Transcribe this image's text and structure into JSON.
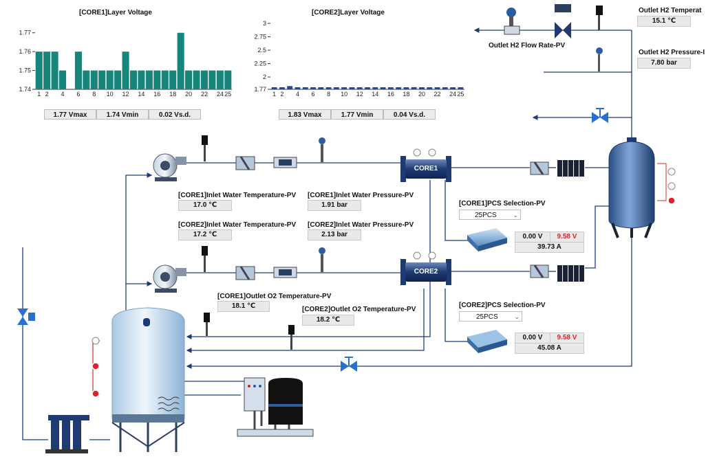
{
  "core1_chart": {
    "title": "[CORE1]Layer Voltage",
    "vmax": "1.77 Vmax",
    "vmin": "1.74 Vmin",
    "vsd": "0.02 Vs.d."
  },
  "core2_chart": {
    "title": "[CORE2]Layer Voltage",
    "vmax": "1.83 Vmax",
    "vmin": "1.77 Vmin",
    "vsd": "0.04 Vs.d."
  },
  "chart_data": [
    {
      "type": "bar",
      "title": "[CORE1]Layer Voltage",
      "x": [
        1,
        2,
        3,
        4,
        5,
        6,
        7,
        8,
        9,
        10,
        11,
        12,
        13,
        14,
        15,
        16,
        17,
        18,
        19,
        20,
        21,
        22,
        23,
        24,
        25
      ],
      "values": [
        1.76,
        1.76,
        1.76,
        1.75,
        1.74,
        1.76,
        1.75,
        1.75,
        1.75,
        1.75,
        1.75,
        1.76,
        1.75,
        1.75,
        1.75,
        1.75,
        1.75,
        1.75,
        1.77,
        1.75,
        1.75,
        1.75,
        1.75,
        1.75,
        1.75
      ],
      "xticks": [
        1,
        2,
        4,
        6,
        8,
        10,
        12,
        14,
        16,
        18,
        20,
        22,
        24,
        25
      ],
      "yticks": [
        1.74,
        1.75,
        1.76,
        1.77
      ],
      "ylim": [
        1.74,
        1.775
      ],
      "color": "#17857a"
    },
    {
      "type": "bar",
      "title": "[CORE2]Layer Voltage",
      "x": [
        1,
        2,
        3,
        4,
        5,
        6,
        7,
        8,
        9,
        10,
        11,
        12,
        13,
        14,
        15,
        16,
        17,
        18,
        19,
        20,
        21,
        22,
        23,
        24,
        25
      ],
      "values": [
        1.79,
        1.78,
        1.83,
        1.79,
        1.78,
        1.79,
        1.8,
        1.8,
        1.79,
        1.79,
        1.78,
        1.8,
        1.78,
        1.79,
        1.78,
        1.79,
        1.77,
        1.78,
        1.81,
        1.79,
        1.78,
        1.8,
        1.79,
        1.78,
        1.8
      ],
      "xticks": [
        1,
        2,
        4,
        6,
        8,
        10,
        12,
        14,
        16,
        18,
        20,
        22,
        24,
        25
      ],
      "yticks": [
        1.77,
        2,
        2.25,
        2.5,
        2.75,
        3
      ],
      "ylim": [
        1.77,
        3
      ],
      "color": "#1f46a8"
    }
  ],
  "readouts": {
    "outlet_h2_temp": {
      "label": "Outlet H2 Temperat",
      "value": "15.1 ℃"
    },
    "outlet_h2_pressure": {
      "label": "Outlet H2 Pressure-I",
      "value": "7.80 bar"
    },
    "outlet_h2_flow": {
      "label": "Outlet H2 Flow Rate-PV"
    },
    "core1_inlet_temp": {
      "label": "[CORE1]Inlet Water Temperature-PV",
      "value": "17.0 ℃"
    },
    "core1_inlet_pressure": {
      "label": "[CORE1]Inlet Water Pressure-PV",
      "value": "1.91 bar"
    },
    "core2_inlet_temp": {
      "label": "[CORE2]Inlet Water Temperature-PV",
      "value": "17.2 ℃"
    },
    "core2_inlet_pressure": {
      "label": "[CORE2]Inlet Water Pressure-PV",
      "value": "2.13 bar"
    },
    "core1_o2_temp": {
      "label": "[CORE1]Outlet O2 Temperature-PV",
      "value": "18.1 ℃"
    },
    "core2_o2_temp": {
      "label": "[CORE2]Outlet O2 Temperature-PV",
      "value": "18.2 ℃"
    }
  },
  "pcs1": {
    "label": "[CORE1]PCS Selection-PV",
    "selected": "25PCS",
    "voltage": "0.00 V",
    "setpoint": "9.58 V",
    "current": "39.73 A"
  },
  "pcs2": {
    "label": "[CORE2]PCS Selection-PV",
    "selected": "25PCS",
    "voltage": "0.00 V",
    "setpoint": "9.58 V",
    "current": "45.08 A"
  },
  "stacks": {
    "core1": "CORE1",
    "core2": "CORE2"
  },
  "colors": {
    "pipe": "#1e3b78",
    "tank_blue": "#3e6ba8",
    "tank_light": "#cfe3f2",
    "alarm": "#e0202a"
  }
}
